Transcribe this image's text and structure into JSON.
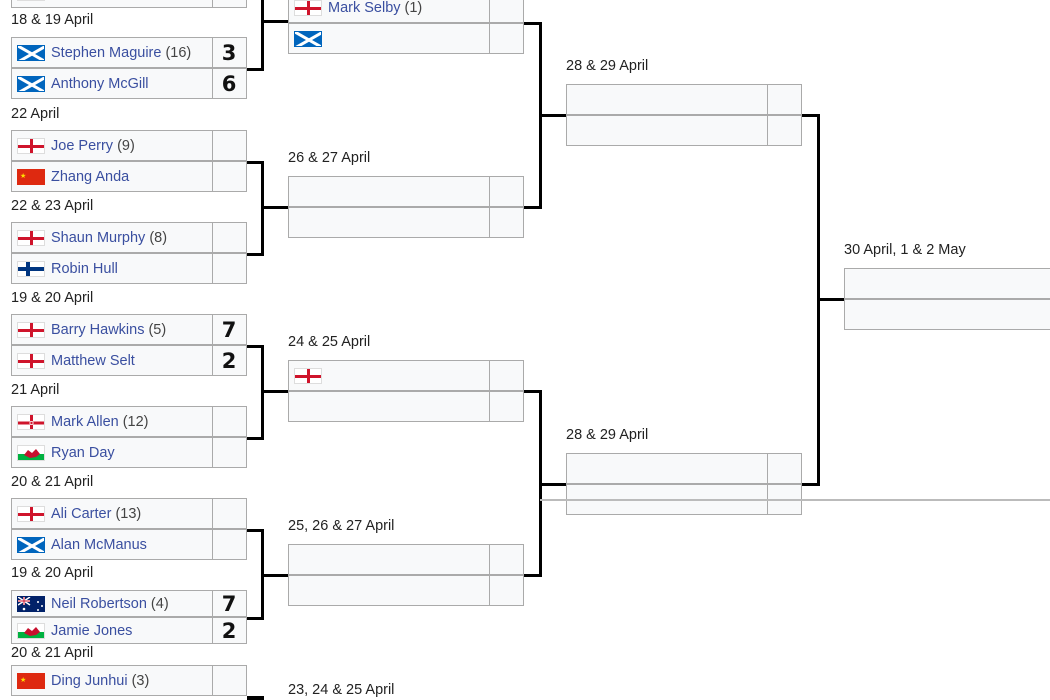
{
  "bracket": {
    "round1": [
      {
        "date": "",
        "players": [
          {
            "flag": "eng",
            "name": "",
            "seed": "",
            "score": ""
          }
        ]
      },
      {
        "date": "18 & 19 April",
        "players": [
          {
            "flag": "sco",
            "name": "Stephen Maguire",
            "seed": "(16)",
            "score": "3"
          },
          {
            "flag": "sco",
            "name": "Anthony McGill",
            "seed": "",
            "score": "6"
          }
        ]
      },
      {
        "date": "22 April",
        "players": [
          {
            "flag": "eng",
            "name": "Joe Perry",
            "seed": "(9)",
            "score": ""
          },
          {
            "flag": "chn",
            "name": "Zhang Anda",
            "seed": "",
            "score": ""
          }
        ]
      },
      {
        "date": "22 & 23 April",
        "players": [
          {
            "flag": "eng",
            "name": "Shaun Murphy",
            "seed": "(8)",
            "score": ""
          },
          {
            "flag": "fin",
            "name": "Robin Hull",
            "seed": "",
            "score": ""
          }
        ]
      },
      {
        "date": "19 & 20 April",
        "players": [
          {
            "flag": "eng",
            "name": "Barry Hawkins",
            "seed": "(5)",
            "score": "7"
          },
          {
            "flag": "eng",
            "name": "Matthew Selt",
            "seed": "",
            "score": "2"
          }
        ]
      },
      {
        "date": "21 April",
        "players": [
          {
            "flag": "nir",
            "name": "Mark Allen",
            "seed": "(12)",
            "score": ""
          },
          {
            "flag": "wal",
            "name": "Ryan Day",
            "seed": "",
            "score": ""
          }
        ]
      },
      {
        "date": "20 & 21 April",
        "players": [
          {
            "flag": "eng",
            "name": "Ali Carter",
            "seed": "(13)",
            "score": ""
          },
          {
            "flag": "sco",
            "name": "Alan McManus",
            "seed": "",
            "score": ""
          }
        ]
      },
      {
        "date": "19 & 20 April",
        "players": [
          {
            "flag": "aus",
            "name": "Neil Robertson",
            "seed": "(4)",
            "score": "7"
          },
          {
            "flag": "wal",
            "name": "Jamie Jones",
            "seed": "",
            "score": "2"
          }
        ]
      },
      {
        "date": "20 & 21 April",
        "players": [
          {
            "flag": "chn",
            "name": "Ding Junhui",
            "seed": "(3)",
            "score": ""
          }
        ]
      }
    ],
    "round2": [
      {
        "date": "",
        "players": [
          {
            "flag": "eng",
            "name": "Mark Selby",
            "seed": "(1)",
            "score": ""
          },
          {
            "flag": "sco",
            "name": "",
            "seed": "",
            "score": ""
          }
        ]
      },
      {
        "date": "26 & 27 April",
        "players": [
          {
            "flag": "",
            "name": "",
            "seed": "",
            "score": ""
          },
          {
            "flag": "",
            "name": "",
            "seed": "",
            "score": ""
          }
        ]
      },
      {
        "date": "24 & 25 April",
        "players": [
          {
            "flag": "eng",
            "name": "",
            "seed": "",
            "score": ""
          },
          {
            "flag": "",
            "name": "",
            "seed": "",
            "score": ""
          }
        ]
      },
      {
        "date": "25, 26 & 27 April",
        "players": [
          {
            "flag": "",
            "name": "",
            "seed": "",
            "score": ""
          },
          {
            "flag": "",
            "name": "",
            "seed": "",
            "score": ""
          }
        ]
      },
      {
        "date": "23, 24 & 25 April",
        "players": []
      }
    ],
    "quarterfinals": [
      {
        "date": "28 & 29 April",
        "players": [
          {
            "flag": "",
            "name": "",
            "seed": "",
            "score": ""
          },
          {
            "flag": "",
            "name": "",
            "seed": "",
            "score": ""
          }
        ]
      },
      {
        "date": "28 & 29 April",
        "players": [
          {
            "flag": "",
            "name": "",
            "seed": "",
            "score": ""
          },
          {
            "flag": "",
            "name": "",
            "seed": "",
            "score": ""
          }
        ]
      }
    ],
    "semifinal": {
      "date": "30 April, 1 & 2 May",
      "players": [
        {
          "flag": "",
          "name": "",
          "seed": "",
          "score": ""
        },
        {
          "flag": "",
          "name": "",
          "seed": "",
          "score": ""
        }
      ]
    }
  }
}
